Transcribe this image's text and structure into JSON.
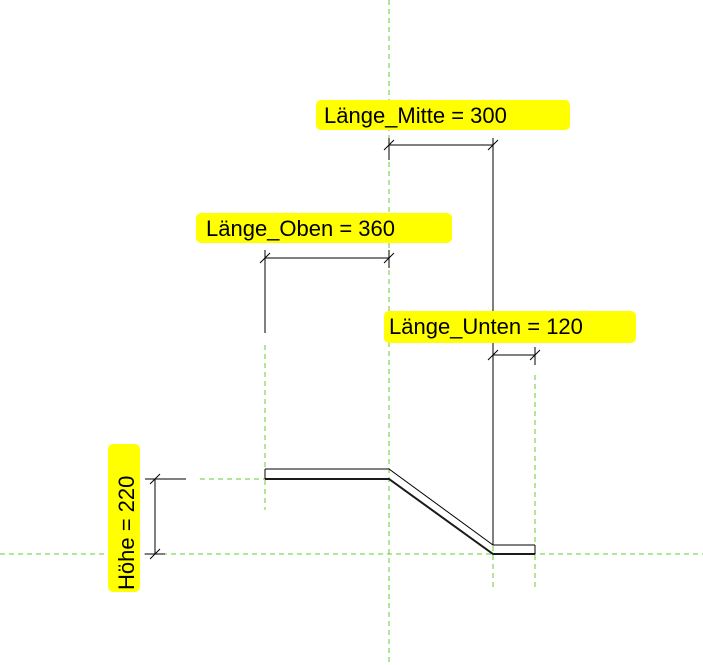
{
  "dimensions": {
    "length_middle": "Länge_Mitte = 300",
    "length_top": "Länge_Oben = 360",
    "length_bottom": "Länge_Unten = 120",
    "height": "Höhe = 220"
  },
  "colors": {
    "reference_line": "#66cc33",
    "label_highlight": "#ffff00",
    "line": "#000000"
  }
}
